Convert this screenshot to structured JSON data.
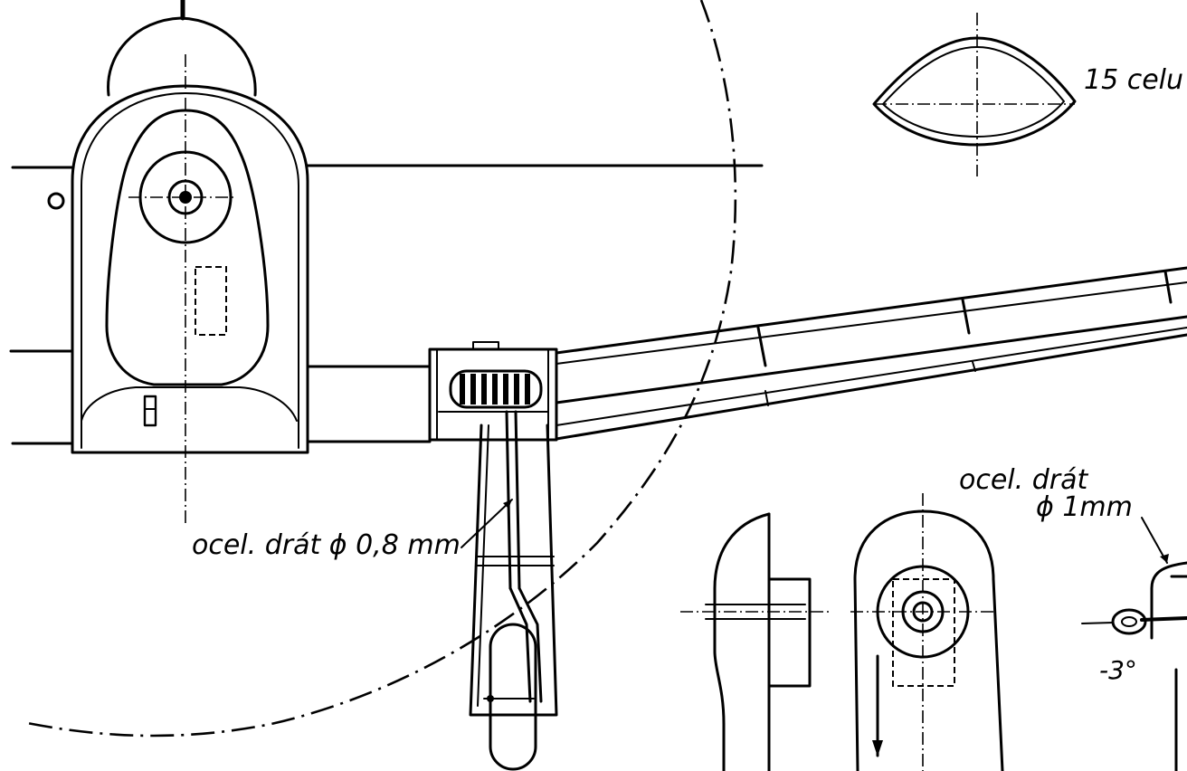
{
  "labels": {
    "top_right": "15 celu",
    "wire_small": "ocel. drát ϕ 0,8 mm",
    "wire_large_line1": "ocel. drát",
    "wire_large_line2": "ϕ 1mm",
    "angle": "-3°"
  },
  "colors": {
    "ink": "#000000",
    "paper": "#ffffff"
  }
}
